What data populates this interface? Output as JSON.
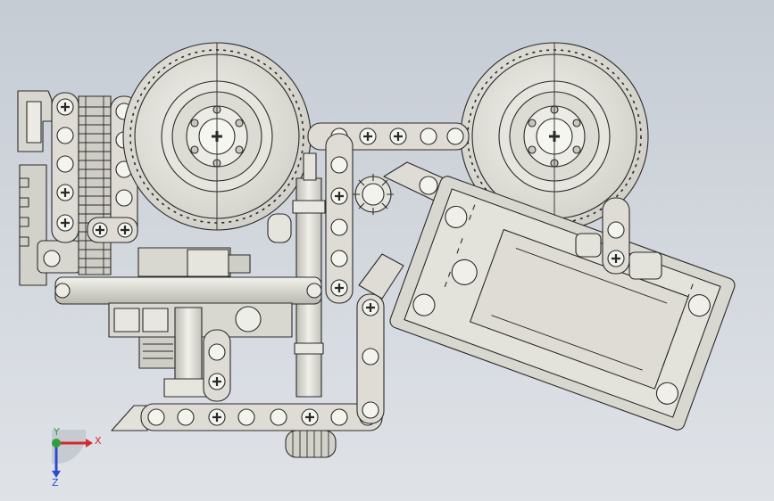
{
  "viewport": {
    "background_top": "#c6ccd4",
    "background_bottom": "#dfe3e8"
  },
  "model": {
    "part_fill": "#d8d7cf",
    "part_stroke": "#2a2a2a"
  },
  "triad": {
    "x_label": "X",
    "y_label": "Y",
    "z_label": "Z",
    "x_color": "#d42a2a",
    "y_color": "#2ea043",
    "z_color": "#2c4bd1"
  }
}
